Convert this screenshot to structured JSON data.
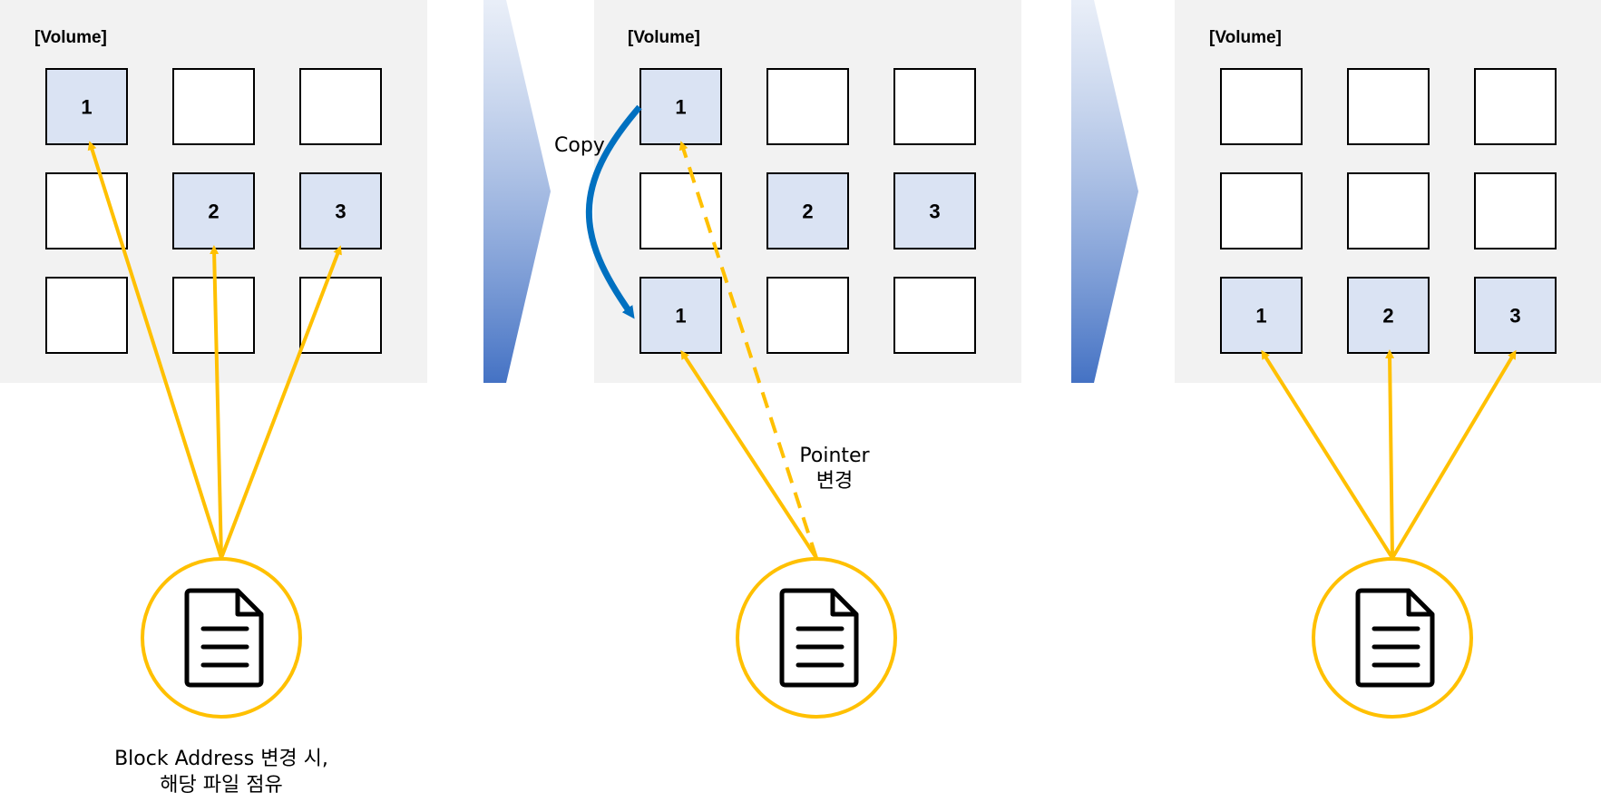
{
  "colors": {
    "panel_bg": "#f2f2f2",
    "block_fill": "#dae3f3",
    "block_empty": "#ffffff",
    "block_border": "#000000",
    "pointer": "#ffc000",
    "copy_arrow": "#0070c0",
    "chevron_top": "#dae3f3",
    "chevron_bottom": "#4472c4"
  },
  "panels": [
    {
      "title": "[Volume]",
      "blocks": [
        "1",
        "",
        "",
        "",
        "2",
        "3",
        "",
        "",
        ""
      ]
    },
    {
      "title": "[Volume]",
      "blocks": [
        "1",
        "",
        "",
        "",
        "2",
        "3",
        "1",
        "",
        ""
      ]
    },
    {
      "title": "[Volume]",
      "blocks": [
        "",
        "",
        "",
        "",
        "",
        "",
        "1",
        "2",
        "3"
      ]
    }
  ],
  "labels": {
    "copy": "Copy",
    "pointer_line1": "Pointer",
    "pointer_line2": "변경",
    "caption_line1": "Block Address 변경 시,",
    "caption_line2": "해당 파일 점유"
  },
  "icons": {
    "file": "file-document-icon",
    "step": "chevron-arrow-icon"
  }
}
